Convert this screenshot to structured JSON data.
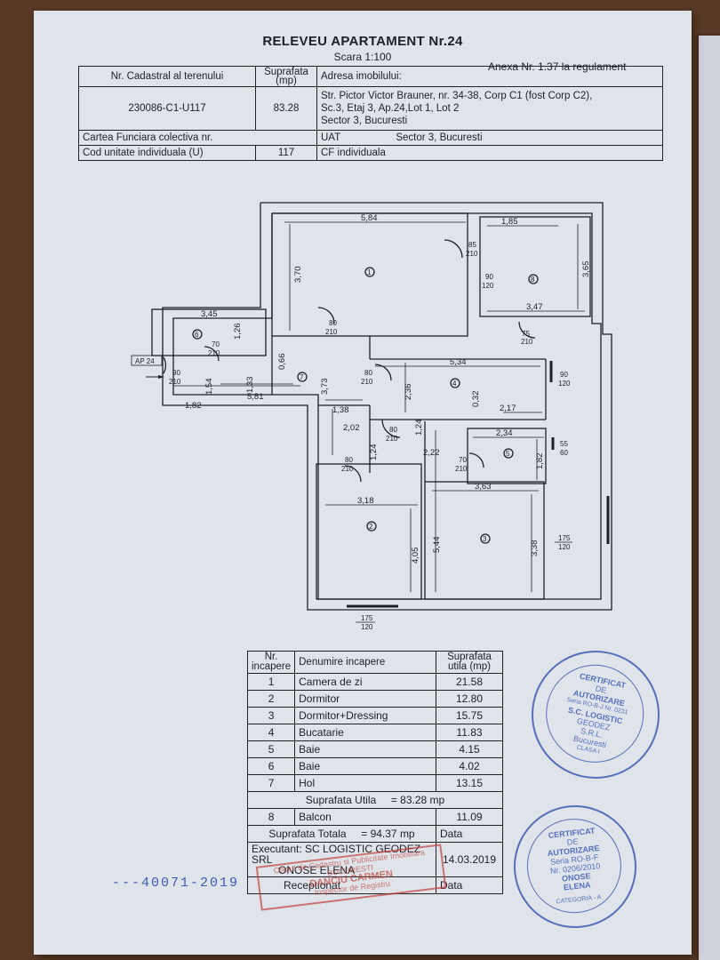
{
  "header": {
    "title": "RELEVEU APARTAMENT Nr.24",
    "scale": "Scara 1:100",
    "annex": "Anexa Nr. 1.37 la regulament"
  },
  "cadastral": {
    "col_nr_label": "Nr. Cadastral al terenului",
    "col_area_label": "Suprafata (mp)",
    "col_address_label": "Adresa imobilului:",
    "nr": "230086-C1-U117",
    "area": "83.28",
    "address_lines": [
      "Str. Pictor Victor Brauner, nr. 34-38, Corp C1 (fost Corp C2),",
      "Sc.3, Etaj 3, Ap.24,Lot 1, Lot 2",
      "Sector 3, Bucuresti"
    ],
    "cf_label": "Cartea Funciara colectiva nr.",
    "uat_label": "UAT",
    "uat_value": "Sector 3, Bucuresti",
    "cod_label": "Cod unitate individuala (U)",
    "cod_value": "117",
    "cf_individual_label": "CF individuala"
  },
  "plan": {
    "entry_tag": "AP 24",
    "dims": {
      "r1_width": "5,84",
      "r1_height": "3,70",
      "r8_width_top": "1,85",
      "r8_width_bottom": "3,47",
      "r8_height": "3,65",
      "r6_width": "3,45",
      "r6_height": "1,26",
      "hol_height_a": "1,54",
      "hol_height_b": "1,33",
      "hol_height_c": "0,66",
      "hol_width": "5,81",
      "hol_bottom": "1,82",
      "hol_height_d": "3,73",
      "hol_small": "1,38",
      "r4_width": "5,34",
      "r4_height": "2,36",
      "r4_small": "0,32",
      "r4_niche": "2,17",
      "r5_width": "2,34",
      "r5_height": "1,82",
      "corr_a": "2,02",
      "corr_b": "1,24",
      "corr_c": "1,24",
      "corr_d": "2,22",
      "r2_width": "3,18",
      "r2_height": "4,05",
      "r3_width": "3,63",
      "r3_height_a": "5,44",
      "r3_height_b": "3,38"
    },
    "doors": {
      "d1": [
        "85",
        "210"
      ],
      "d8": [
        "90",
        "120"
      ],
      "d_hol": [
        "80",
        "210"
      ],
      "d8b": [
        "75",
        "210"
      ],
      "d6": [
        "70",
        "210"
      ],
      "d_entry": [
        "90",
        "210"
      ],
      "d4": [
        "80",
        "210"
      ],
      "w4": [
        "90",
        "120"
      ],
      "d_corr": [
        "80",
        "210"
      ],
      "w5": [
        "55",
        "60"
      ],
      "d5": [
        "70",
        "210"
      ],
      "d2": [
        "80",
        "210"
      ],
      "w3": [
        "175",
        "120"
      ],
      "w2": [
        "175",
        "120"
      ]
    },
    "room_numbers": [
      "1",
      "2",
      "3",
      "4",
      "5",
      "6",
      "7",
      "8"
    ]
  },
  "rooms_table": {
    "headers": [
      "Nr. incapere",
      "Denumire incapere",
      "Suprafata utila (mp)"
    ],
    "rows": [
      {
        "nr": "1",
        "name": "Camera de zi",
        "area": "21.58"
      },
      {
        "nr": "2",
        "name": "Dormitor",
        "area": "12.80"
      },
      {
        "nr": "3",
        "name": "Dormitor+Dressing",
        "area": "15.75"
      },
      {
        "nr": "4",
        "name": "Bucatarie",
        "area": "11.83"
      },
      {
        "nr": "5",
        "name": "Baie",
        "area": "4.15"
      },
      {
        "nr": "6",
        "name": "Baie",
        "area": "4.02"
      },
      {
        "nr": "7",
        "name": "Hol",
        "area": "13.15"
      }
    ],
    "utila_label": "Suprafata Utila",
    "utila_value": "= 83.28 mp",
    "balcon": {
      "nr": "8",
      "name": "Balcon",
      "area": "11.09"
    },
    "totala_label": "Suprafata Totala",
    "totala_value": "= 94.37 mp",
    "executant_label": "Executant: SC LOGISTIC GEODEZ SRL",
    "executant_name": "ONOSE ELENA",
    "data_label": "Data",
    "date_value": "14.03.2019",
    "receptionat_label": "Receptionat",
    "data_label_2": "Data"
  },
  "stamps": {
    "top_lines": [
      "CERTIFICAT",
      "DE",
      "AUTORIZARE",
      "Seria RO-B-J Nr. 0231",
      "S.C. LOGISTIC",
      "GEODEZ",
      "S.R.L.",
      "Bucuresti",
      "CLASA I"
    ],
    "bottom_lines": [
      "CERTIFICAT",
      "DE",
      "AUTORIZARE",
      "Seria RO-B-F",
      "Nr. 0206/2010",
      "ONOSE",
      "ELENA",
      "CATEGORIA - A"
    ],
    "red_lines": [
      "Oficiul de Cadastru si Publicitate Imobiliara",
      "BUCURESTI",
      "DANCIU CARMEN",
      "Inspector de Registru"
    ],
    "blue_number": "---40071-2019"
  },
  "colors": {
    "paper": "#dfe3ea",
    "ink": "#1d2027",
    "stamp_blue": "#3d5bb5",
    "stamp_red": "#c2453d"
  }
}
